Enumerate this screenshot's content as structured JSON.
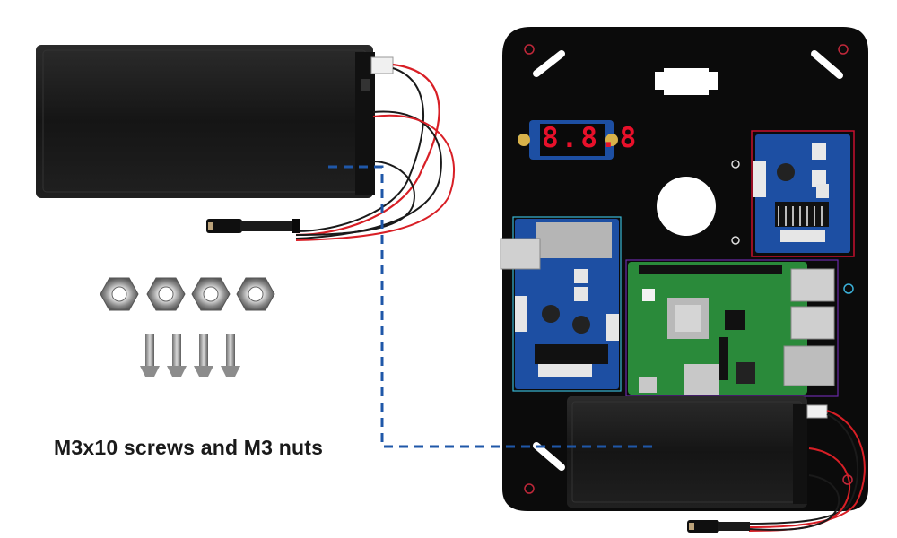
{
  "caption": "M3x10 screws and M3 nuts",
  "display": {
    "reading": "8.8.8"
  },
  "components": {
    "hardware": {
      "nuts": 4,
      "screws": 4
    },
    "battery_boxes": 2
  },
  "colors": {
    "plate": "#0b0b0b",
    "pcb_blue": "#1d4fa3",
    "pcb_green": "#2a8a3a",
    "connector_line": "#1f57a8",
    "wire_red": "#d81f26",
    "led": "#e8102a"
  },
  "icons": [
    "battery-box-icon",
    "dc-plug-icon",
    "hex-nut-icon",
    "screw-icon",
    "voltmeter-icon",
    "raspberry-pi-board-icon",
    "motor-driver-board-icon"
  ]
}
